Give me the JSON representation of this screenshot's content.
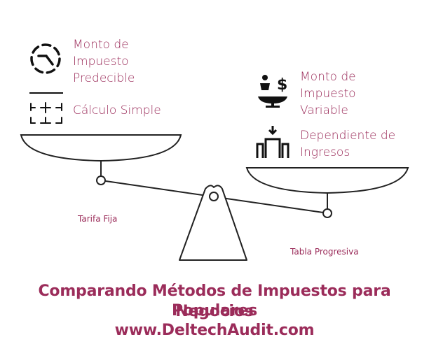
{
  "left_pan": {
    "item1_lines": [
      "Monto de",
      "Impuesto",
      "Predecible"
    ],
    "item2": "Cálculo Simple",
    "caption": "Tarifa Fija",
    "item1_icon": "dashed-clock-icon",
    "item2_icon": "calculator-icon"
  },
  "right_pan": {
    "item1_lines": [
      "Monto de",
      "Impuesto",
      "Variable"
    ],
    "item2_lines": [
      "Dependiente de",
      "Ingresos"
    ],
    "caption": "Tabla Progresiva",
    "item1_icon": "balance-coins-icon",
    "item2_icon": "income-bars-icon"
  },
  "footer": {
    "title_line1": "Comparando Métodos de Impuestos para Negocios",
    "title_line2": "Populares",
    "url": "www.DeltechAudit.com"
  },
  "colors": {
    "accent": "#9b2c5a",
    "line": "#222222"
  }
}
